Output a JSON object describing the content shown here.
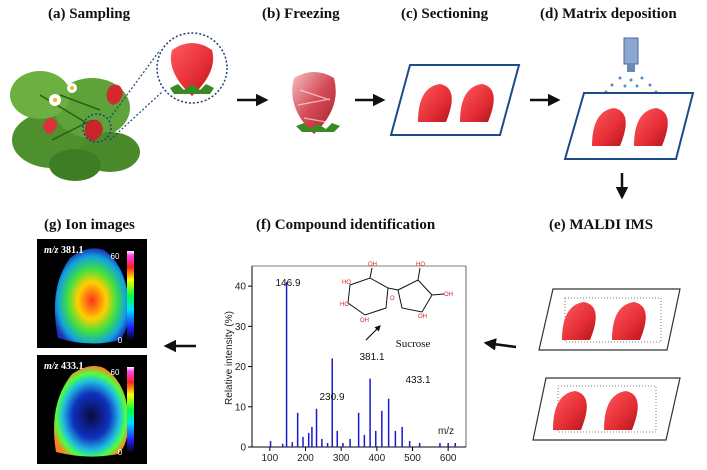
{
  "steps": {
    "a": "(a) Sampling",
    "b": "(b) Freezing",
    "c": "(c) Sectioning",
    "d": "(d) Matrix deposition",
    "e": "(e) MALDI IMS",
    "f": "(f) Compound identification",
    "g": "(g) Ion images"
  },
  "spectrum": {
    "ylabel": "Relative intensity (%)",
    "xunit": "m/z",
    "compound": "Sucrose",
    "peak_labels": [
      "146.9",
      "230.9",
      "381.1",
      "433.1"
    ]
  },
  "ion_images": [
    {
      "label_prefix": "m/z",
      "label_value": "381.1",
      "scale_max": "60",
      "scale_min": "0"
    },
    {
      "label_prefix": "m/z",
      "label_value": "433.1",
      "scale_max": "60",
      "scale_min": "0"
    }
  ],
  "chart_data": {
    "type": "bar",
    "xlabel": "m/z",
    "ylabel": "Relative intensity (%)",
    "xlim": [
      50,
      650
    ],
    "ylim": [
      0,
      45
    ],
    "x_ticks": [
      100,
      200,
      300,
      400,
      500,
      600
    ],
    "y_ticks": [
      0,
      10,
      20,
      30,
      40
    ],
    "x": [
      102,
      136,
      146.9,
      163,
      178,
      193,
      209,
      218,
      230.9,
      246,
      262,
      275,
      289,
      305,
      325,
      349,
      365,
      381.1,
      397,
      414,
      433.1,
      452,
      471,
      492,
      520,
      577,
      600,
      620
    ],
    "values": [
      1.5,
      0.8,
      41,
      1.2,
      8.5,
      2.5,
      3.5,
      5,
      9.5,
      2,
      1,
      22,
      4,
      1,
      2,
      8.5,
      3,
      17,
      4,
      9,
      12,
      4,
      5,
      1.5,
      1,
      1,
      1,
      1
    ]
  },
  "colors": {
    "strawberry": "#e8333a",
    "spectrum": "#1a1acd",
    "label_red": "#d22222"
  }
}
